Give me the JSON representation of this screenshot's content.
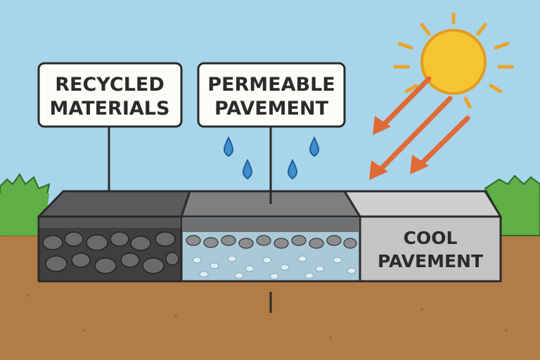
{
  "labels": {
    "recycled": [
      "RECYCLED",
      "MATERIALS"
    ],
    "permeable": [
      "PERMEABLE",
      "PAVEMENT"
    ],
    "cool": [
      "COOL",
      "PAVEMENT"
    ]
  },
  "colors": {
    "sky": "#a8d5ea",
    "ground": "#b27c47",
    "grass": "#5fae46",
    "sun": "#f5c431",
    "sun_ray": "#eba42a",
    "arrow": "#e06a36",
    "water": "#3f8fcf",
    "dark_pavement": "#5a5a5c",
    "permeable_pavement": "#7e7f80",
    "cool_pavement": "#cfcfcd"
  }
}
